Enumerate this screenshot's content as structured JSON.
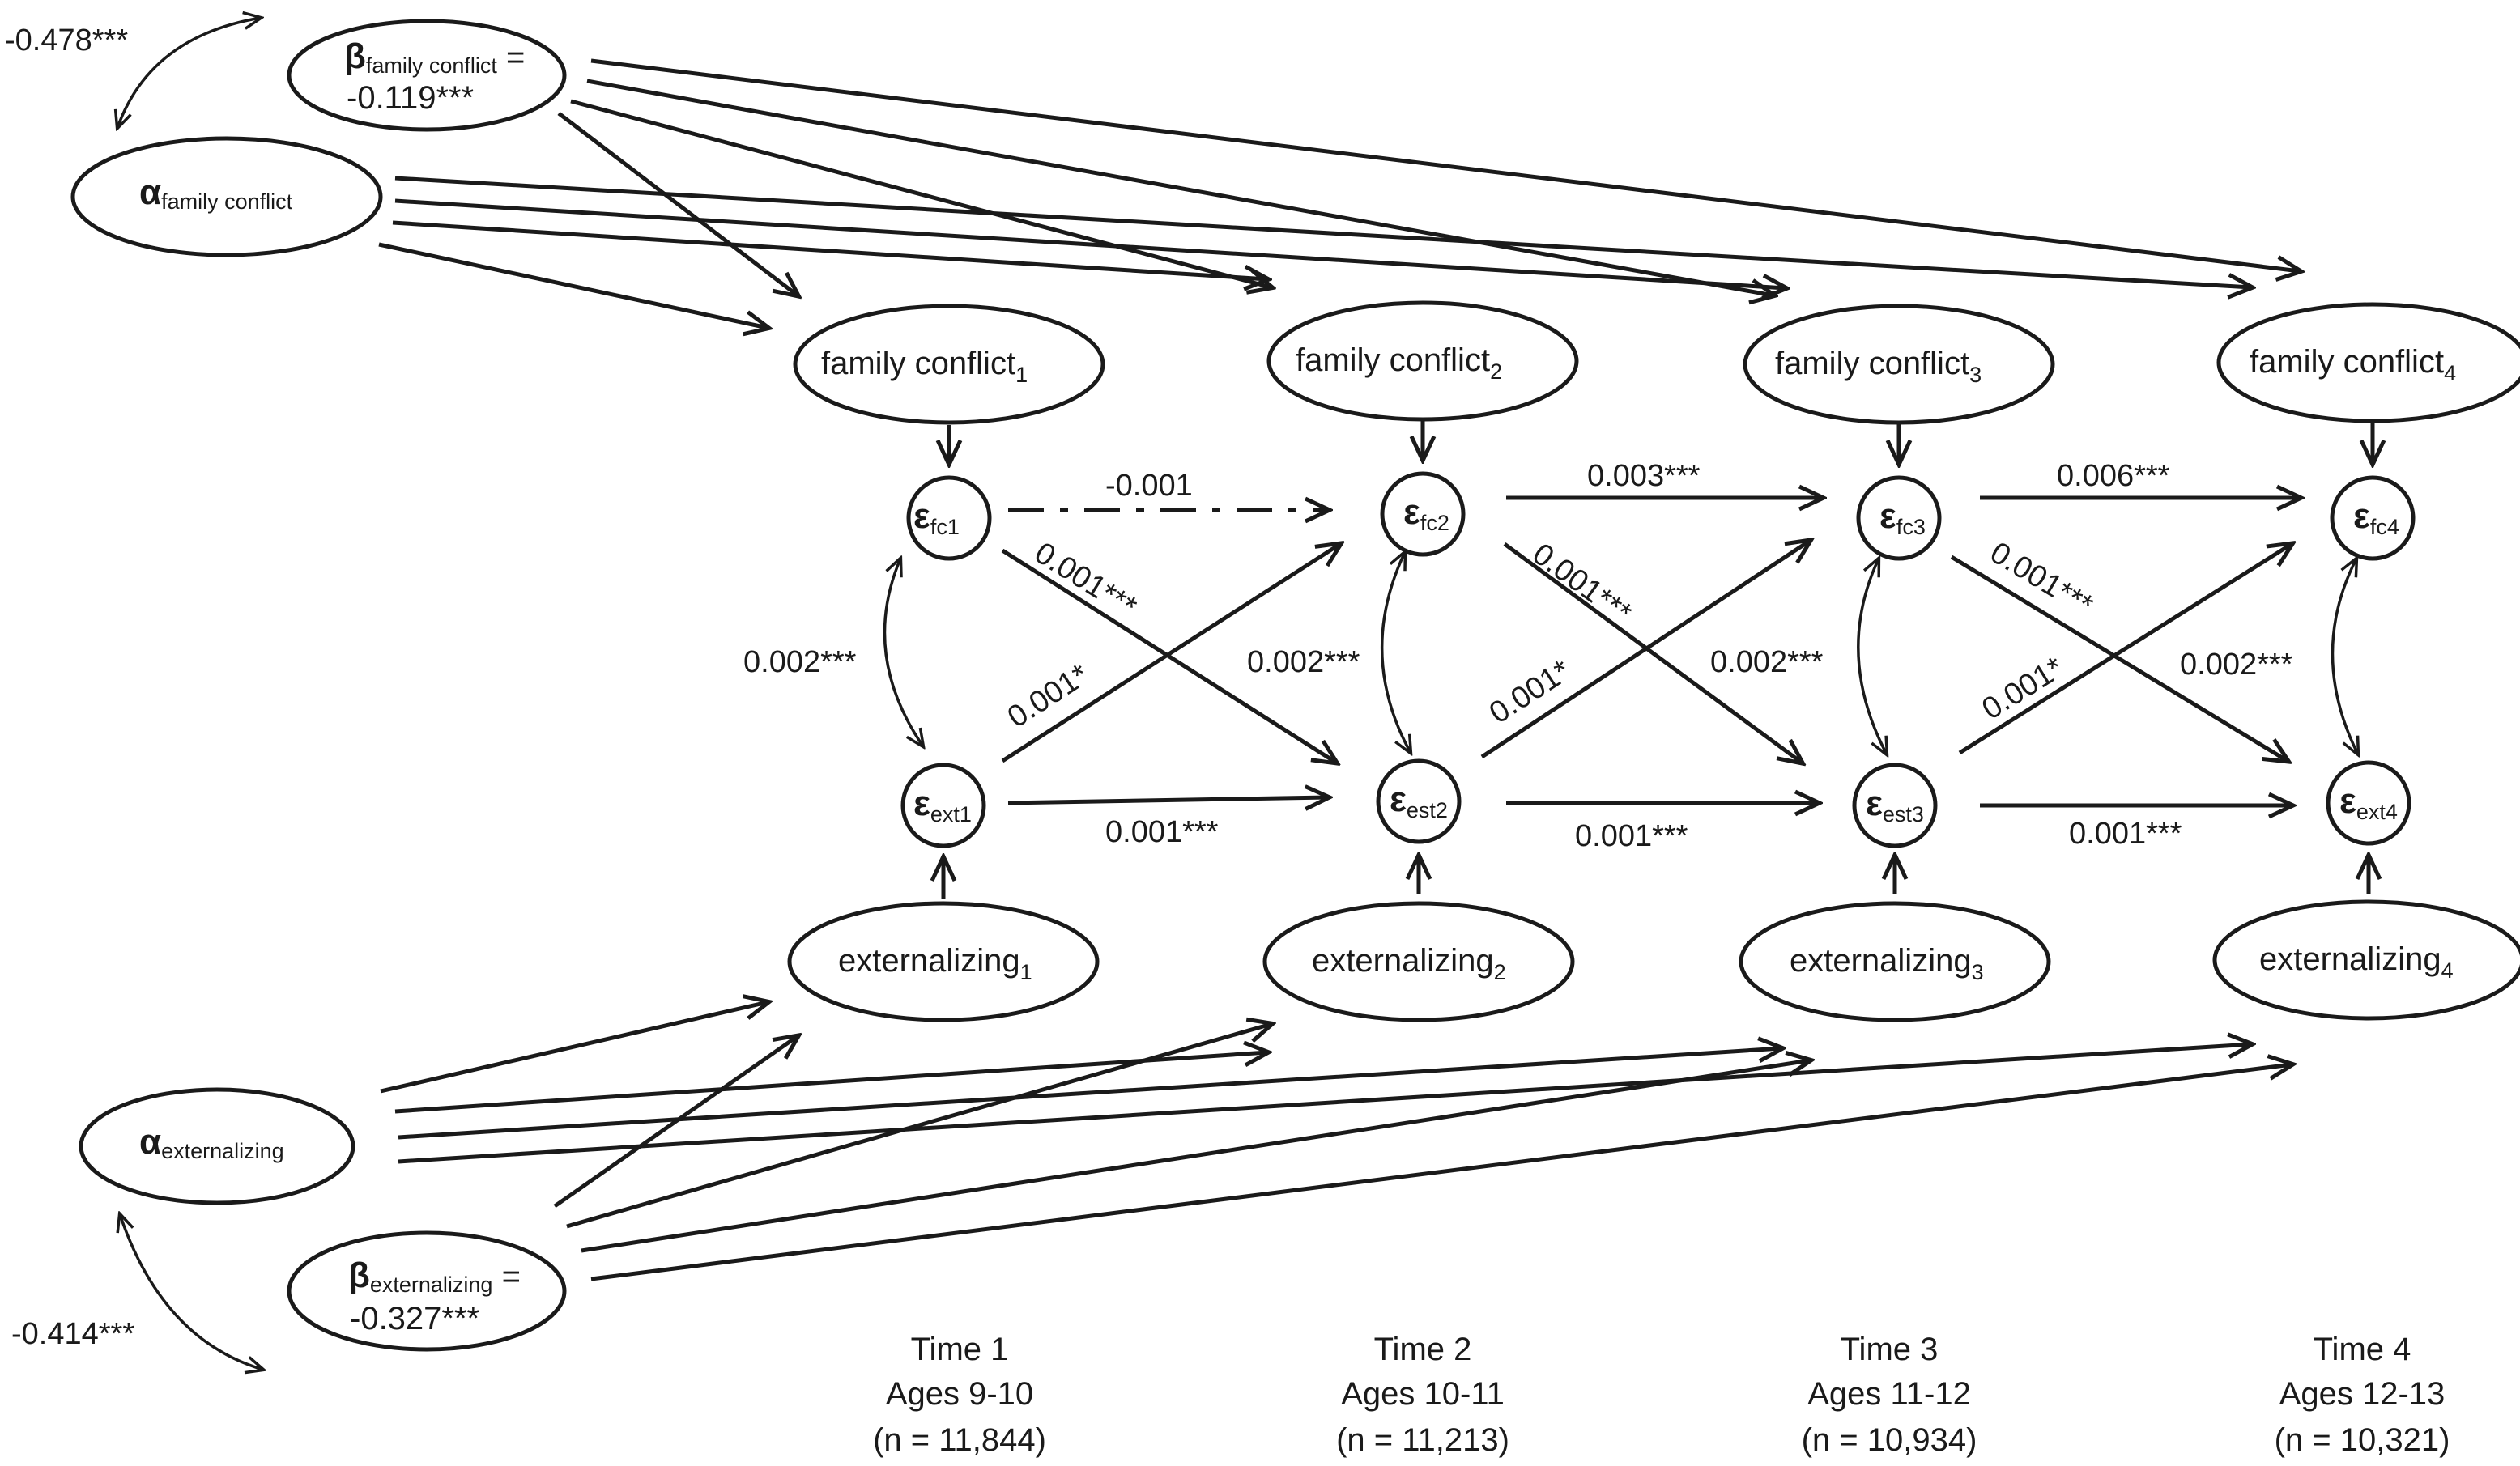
{
  "intercepts": {
    "alpha_fc": {
      "symbol": "α",
      "subscript": "family conflict"
    },
    "beta_fc": {
      "symbol": "β",
      "subscript": "family conflict",
      "line1_suffix": " =",
      "value": "-0.119***"
    },
    "alpha_ext": {
      "symbol": "α",
      "subscript": "externalizing"
    },
    "beta_ext": {
      "symbol": "β",
      "subscript": "externalizing",
      "line1_suffix": " =",
      "value": "-0.327***"
    },
    "cov_fc": "-0.478***",
    "cov_ext": "-0.414***"
  },
  "observed": {
    "fc_base": "family conflict",
    "ext_base": "externalizing",
    "indices": [
      "1",
      "2",
      "3",
      "4"
    ]
  },
  "residuals": {
    "symbol": "ε",
    "fc": [
      "fc1",
      "fc2",
      "fc3",
      "fc4"
    ],
    "ext": [
      "ext1",
      "est2",
      "est3",
      "ext4"
    ]
  },
  "paths": {
    "fc_auto": [
      "-0.001",
      "0.003***",
      "0.006***"
    ],
    "ext_auto": [
      "0.001***",
      "0.001***",
      "0.001***"
    ],
    "fc_to_ext": [
      "0.001***",
      "0.001***",
      "0.001***"
    ],
    "ext_to_fc": [
      "0.001*",
      "0.001*",
      "0.001*"
    ],
    "within_cov": [
      "0.002***",
      "0.002***",
      "0.002***",
      "0.002***"
    ]
  },
  "timepoints": [
    {
      "time": "Time 1",
      "ages": "Ages 9-10",
      "n": "(n = 11,844)"
    },
    {
      "time": "Time 2",
      "ages": "Ages 10-11",
      "n": "(n = 11,213)"
    },
    {
      "time": "Time 3",
      "ages": "Ages 11-12",
      "n": "(n = 10,934)"
    },
    {
      "time": "Time 4",
      "ages": "Ages 12-13",
      "n": "(n = 10,321)"
    }
  ],
  "colors": {
    "stroke": "#1a1a1a",
    "background": "#ffffff"
  }
}
